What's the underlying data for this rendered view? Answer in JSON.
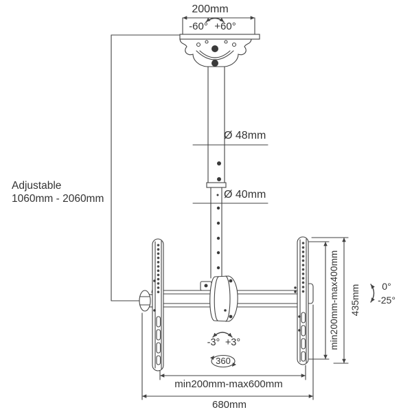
{
  "labels": {
    "top_width": "200mm",
    "swivel_left": "-60°",
    "swivel_right": "+60°",
    "diameter_upper": "Ø 48mm",
    "diameter_lower": "Ø 40mm",
    "adjustable_title": "Adjustable",
    "adjustable_range": "1060mm - 2060mm",
    "vesa_vertical": "min200mm-max400mm",
    "bracket_height": "435mm",
    "tilt_max": "0°",
    "tilt_min": "-25°",
    "level_left": "-3°",
    "level_right": "+3°",
    "rotation": "360",
    "vesa_horizontal": "min200mm-max600mm",
    "total_width": "680mm"
  },
  "colors": {
    "line": "#424242",
    "text": "#333333",
    "background": "#ffffff"
  }
}
